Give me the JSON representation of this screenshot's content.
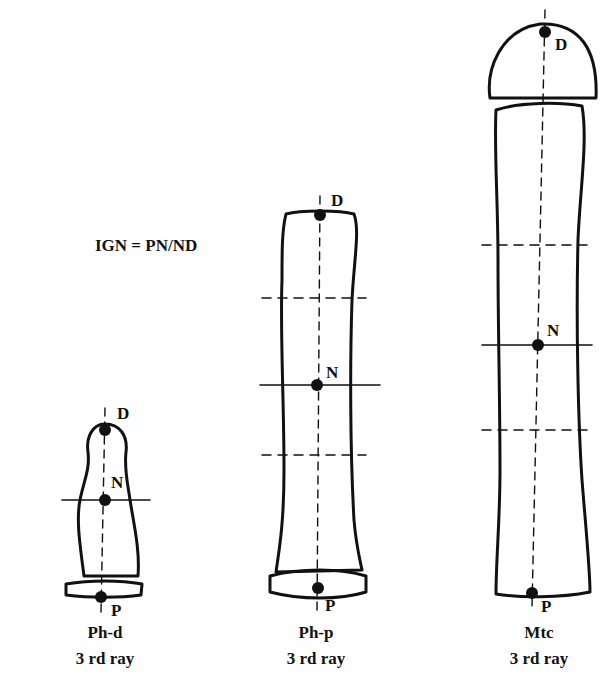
{
  "diagram": {
    "labels": [
      "IGN = PN/ND",
      "D",
      "N",
      "P",
      "Ph-d",
      "3 rd ray",
      "D",
      "N",
      "P",
      "Ph-p",
      "3 rd ray",
      "D",
      "N",
      "P",
      "Mtc",
      "3 rd ray"
    ]
  }
}
